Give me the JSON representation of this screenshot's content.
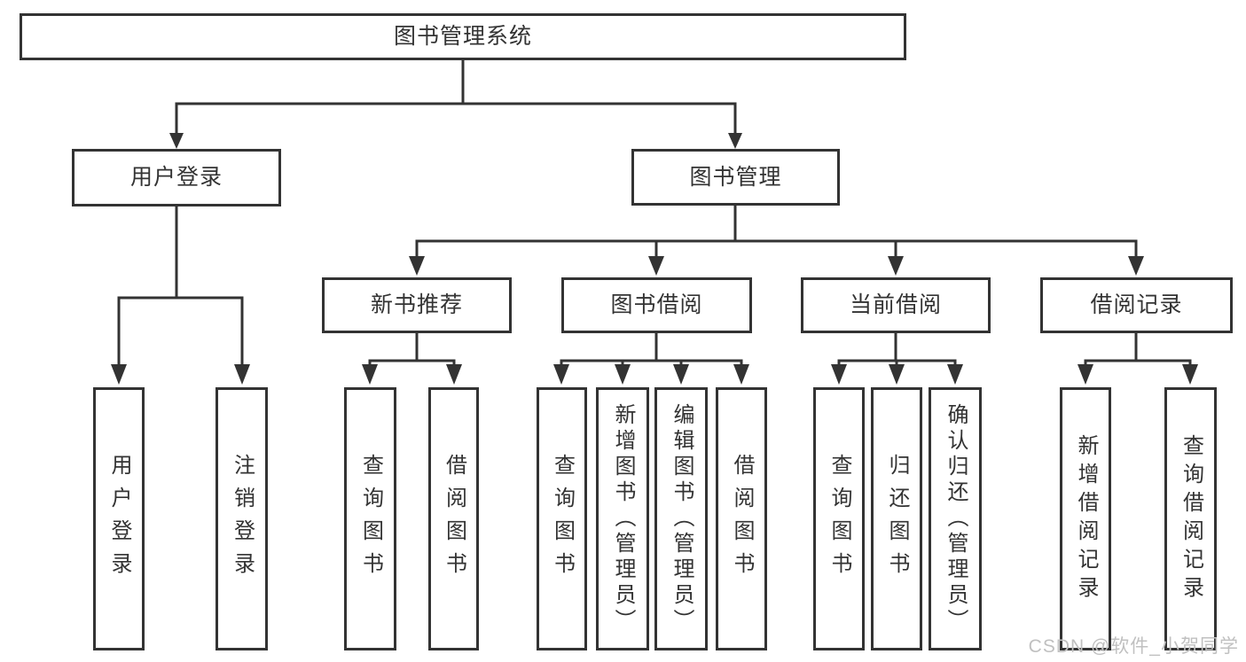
{
  "diagram": {
    "root": {
      "label": "图书管理系统"
    },
    "branches": [
      {
        "label": "用户登录",
        "leaves": [
          "用户登录",
          "注销登录"
        ]
      },
      {
        "label": "图书管理",
        "groups": [
          {
            "label": "新书推荐",
            "leaves": [
              "查询图书",
              "借阅图书"
            ]
          },
          {
            "label": "图书借阅",
            "leaves": [
              "查询图书",
              "新增图书（管理员）",
              "编辑图书（管理员）",
              "借阅图书"
            ]
          },
          {
            "label": "当前借阅",
            "leaves": [
              "查询图书",
              "归还图书",
              "确认归还（管理员）"
            ]
          },
          {
            "label": "借阅记录",
            "leaves": [
              "新增借阅记录",
              "查询借阅记录"
            ]
          }
        ]
      }
    ]
  },
  "watermark": {
    "text": "CSDN @软件_小贺同学"
  },
  "colors": {
    "line": "#333333",
    "box_border": "#333333",
    "text": "#333333",
    "watermark": "#c0c0c0",
    "background": "#ffffff"
  }
}
